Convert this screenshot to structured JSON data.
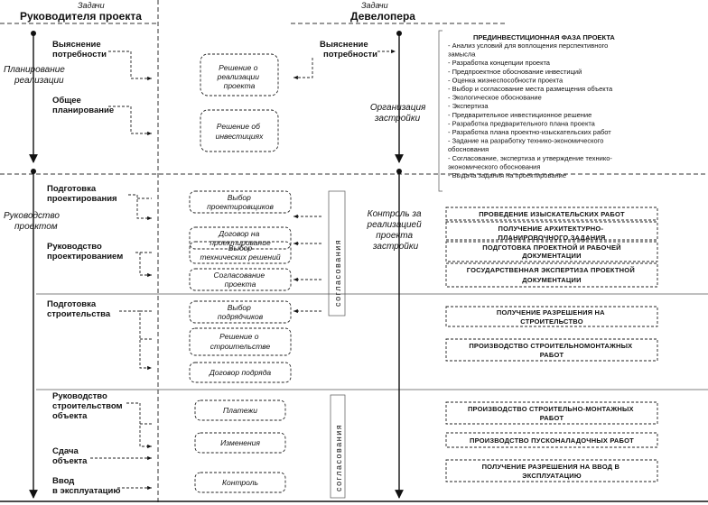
{
  "header": {
    "left_top": "Задачи",
    "left_title": "Руководителя проекта",
    "right_top": "Задачи",
    "right_title": "Девелопера"
  },
  "left_labels": {
    "planning": [
      "Планирование",
      "реализации"
    ],
    "management": [
      "Руководство",
      "проектом"
    ]
  },
  "pm_tasks": {
    "needs": [
      "Выяснение",
      "потребности"
    ],
    "planning": [
      "Общее",
      "планирование"
    ],
    "design_prep": [
      "Подготовка",
      "проектирования"
    ],
    "design_mgmt": [
      "Руководство",
      "проектированием"
    ],
    "constr_prep": [
      "Подготовка",
      "строительства"
    ],
    "constr_mgmt": [
      "Руководство",
      "строительством",
      "объекта"
    ],
    "handover": [
      "Сдача",
      "объекта"
    ],
    "commission": [
      "Ввод",
      "в эксплуатацию"
    ]
  },
  "decisions": {
    "d1": [
      "Решение о",
      "реализации",
      "проекта"
    ],
    "d2": [
      "Решение об",
      "инвестициях"
    ],
    "d3": [
      "Выбор",
      "проектировщиков"
    ],
    "d4": [
      "Договор на",
      "проектирование"
    ],
    "d5": [
      "Выбор",
      "технических решений"
    ],
    "d6": [
      "Согласование",
      "проекта"
    ],
    "d7": [
      "Выбор",
      "подрядчиков"
    ],
    "d8": [
      "Решение о",
      "строительстве"
    ],
    "d9": [
      "Договор подряда"
    ],
    "d10": [
      "Платежи"
    ],
    "d11": [
      "Изменения"
    ],
    "d12": [
      "Контроль"
    ]
  },
  "vertical_labels": {
    "agreement1": "согласования",
    "agreement2": "согласования"
  },
  "dev_tasks": {
    "needs": [
      "Выяснение",
      "потребности"
    ],
    "org": [
      "Организация",
      "застройки"
    ],
    "control": [
      "Контроль за",
      "реализацией",
      "проекта",
      "застройки"
    ]
  },
  "phase": {
    "title": "ПРЕДИНВЕСТИЦИОННАЯ ФАЗА ПРОЕКТА",
    "items": [
      "- Анализ условий для воплощения перспективного",
      "  замысла",
      "- Разработка концепции проекта",
      "- Предпроектное обоснование инвестиций",
      "- Оценка жизнеспособности проекта",
      "- Выбор и согласование места размещения объекта",
      "- Экологическое обоснование",
      "- Экспертиза",
      "- Предварительное инвестиционное решение",
      "- Разработка предварительного плана проекта",
      "- Разработка плана проектно-изыскательских работ",
      "- Задание на разработку технико-экономического",
      "  обоснования",
      "- Согласование, экспертиза и утверждение технико-",
      "  экономического обоснования",
      "- Выдача задания на проектирование"
    ]
  },
  "docs": {
    "doc1": [
      "ПРОВЕДЕНИЕ ИЗЫСКАТЕЛЬСКИХ РАБОТ"
    ],
    "doc2": [
      "ПОЛУЧЕНИЕ АРХИТЕКТУРНО-",
      "ПЛАНИРОВОЧНОГО ЗАДАНИЯ"
    ],
    "doc3": [
      "ПОДГОТОВКА ПРОЕКТНОЙ И РАБОЧЕЙ",
      "ДОКУМЕНТАЦИИ"
    ],
    "doc4": [
      "ГОСУДАРСТВЕННАЯ ЭКСПЕРТИЗА ПРОЕКТНОЙ",
      "ДОКУМЕНТАЦИИ"
    ],
    "doc5": [
      "ПОЛУЧЕНИЕ РАЗРЕШЕНИЯ НА",
      "СТРОИТЕЛЬСТВО"
    ],
    "doc6": [
      "ПРОИЗВОДСТВО СТРОИТЕЛЬНОМОНТАЖНЫХ",
      "РАБОТ"
    ],
    "doc7": [
      "ПРОИЗВОДСТВО СТРОИТЕЛЬНО-МОНТАЖНЫХ",
      "РАБОТ"
    ],
    "doc8": [
      "ПРОИЗВОДСТВО ПУСКОНАЛАДОЧНЫХ РАБОТ"
    ],
    "doc9": [
      "ПОЛУЧЕНИЕ РАЗРЕШЕНИЯ НА ВВОД В",
      "ЭКСПЛУАТАЦИЮ"
    ]
  }
}
